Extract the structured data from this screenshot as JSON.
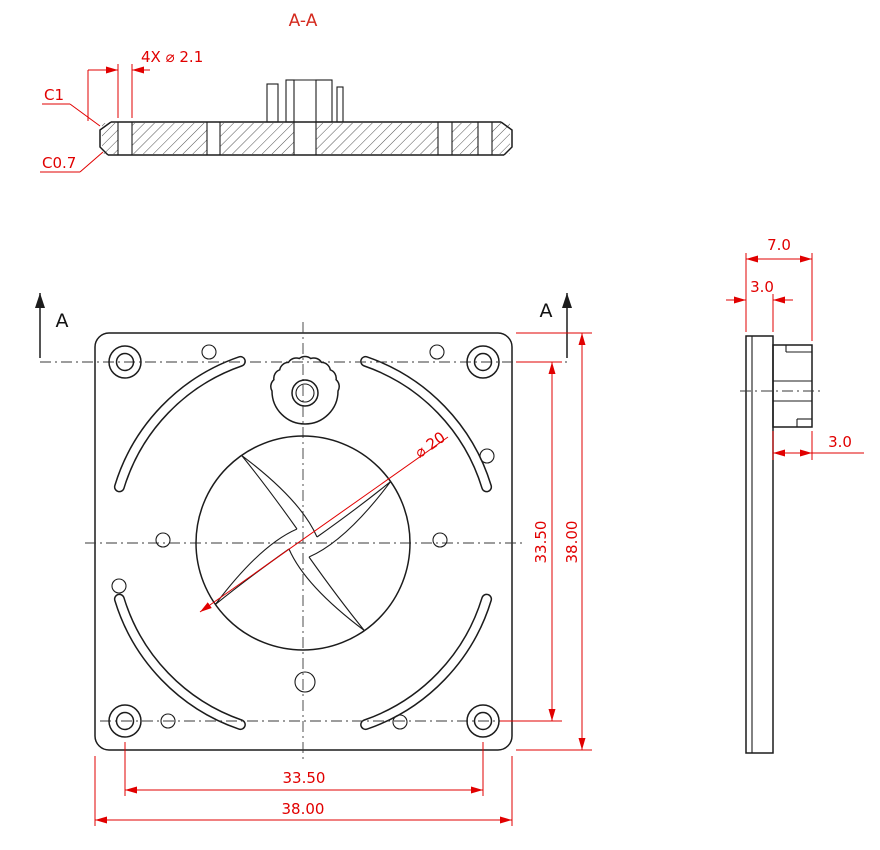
{
  "drawing": {
    "section_title": "A-A",
    "section": {
      "hole_callout": "4X ⌀ 2.1",
      "chamfer_top": "C1",
      "chamfer_bottom": "C0.7"
    },
    "front": {
      "section_arrow_left": "A",
      "section_arrow_right": "A",
      "dim_bore": "⌀ 20",
      "dim_vertical_inner": "33.50",
      "dim_vertical_outer": "38.00",
      "dim_horizontal_inner": "33.50",
      "dim_horizontal_outer": "38.00"
    },
    "side": {
      "dim_total": "7.0",
      "dim_plate": "3.0",
      "dim_hub": "3.0"
    }
  },
  "colors": {
    "geometry": "#1c1c1c",
    "dimension": "#e10000",
    "centerline": "#3a3a3a",
    "background": "#ffffff"
  }
}
